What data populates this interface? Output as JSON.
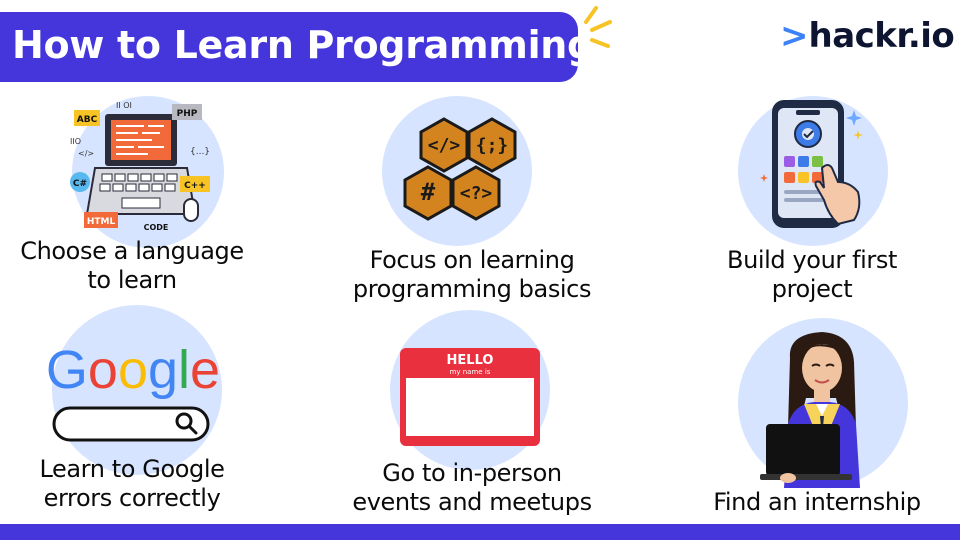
{
  "header": {
    "title": "How to Learn Programming",
    "logo_mark": ">",
    "logo_text": "hackr.io"
  },
  "colors": {
    "banner": "#4536dc",
    "circle": "#d6e4ff",
    "logo_accent": "#3c82f6"
  },
  "steps": [
    {
      "caption_line1": "Choose a language",
      "caption_line2": "to learn",
      "icon": "laptop-code-icon",
      "labels": {
        "abc": "ABC",
        "php": "PHP",
        "cs": "C#",
        "cpp": "C++",
        "html": "HTML",
        "code": "CODE",
        "bits": "II OI",
        "io": "IIO",
        "tag": "</>",
        "braces": "{...}"
      }
    },
    {
      "caption_line1": "Focus on learning",
      "caption_line2": "programming basics",
      "icon": "hexagon-code-icon",
      "symbols": [
        "</>",
        "{;}",
        "#",
        "<?>"
      ]
    },
    {
      "caption_line1": "Build your first",
      "caption_line2": "project",
      "icon": "smartphone-app-icon"
    },
    {
      "caption_line1": "Learn to Google",
      "caption_line2": "errors correctly",
      "icon": "google-search-icon",
      "logo_text": "Google"
    },
    {
      "caption_line1": "Go to in-person",
      "caption_line2": "events and meetups",
      "icon": "name-tag-icon",
      "tag_title": "HELLO",
      "tag_sub": "my name is"
    },
    {
      "caption_line1": "Find an internship",
      "caption_line2": "",
      "icon": "intern-person-icon"
    }
  ]
}
